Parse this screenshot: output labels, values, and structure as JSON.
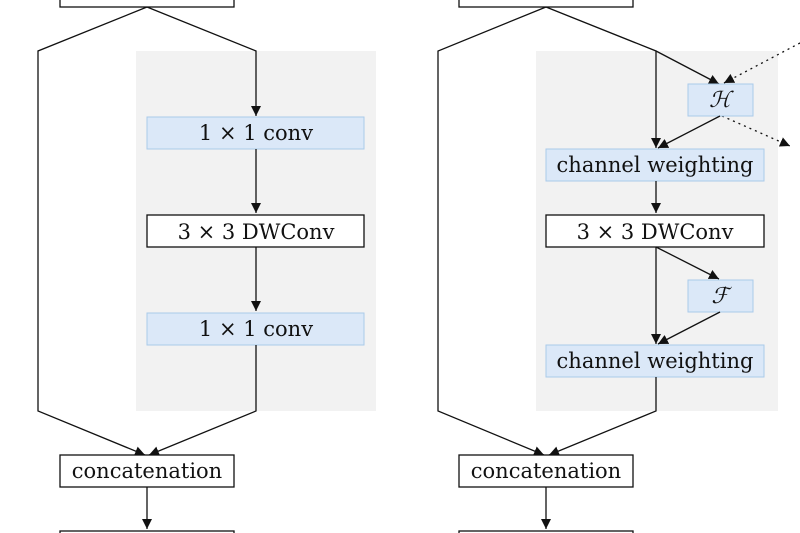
{
  "left_block": {
    "conv1_label": "1 × 1 conv",
    "dwconv_label": "3 × 3 DWConv",
    "conv2_label": "1 × 1 conv",
    "concat_label": "concatenation"
  },
  "right_block": {
    "h_label": "ℋ",
    "cw1_label": "channel weighting",
    "dwconv_label": "3 × 3 DWConv",
    "f_label": "ℱ",
    "cw2_label": "channel weighting",
    "concat_label": "concatenation"
  },
  "colors": {
    "panel": "#f2f2f2",
    "blue_fill": "#dbe8f8",
    "blue_border": "#a9cbe9",
    "stroke": "#111111"
  }
}
